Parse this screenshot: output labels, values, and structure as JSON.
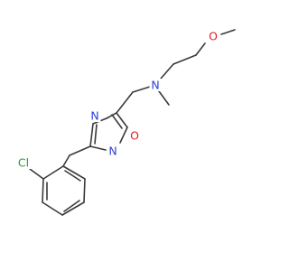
{
  "molecule": {
    "atoms": [
      {
        "id": "cl",
        "label": "Cl"
      },
      {
        "id": "n3",
        "label": "N"
      },
      {
        "id": "n4",
        "label": "N"
      },
      {
        "id": "o1",
        "label": "O"
      },
      {
        "id": "nam",
        "label": "N"
      },
      {
        "id": "ome",
        "label": "O"
      }
    ]
  },
  "colors": {
    "bond": "#3a3a3a",
    "nitrogen": "#2b3fd6",
    "oxygen": "#e02020",
    "chlorine": "#2a9a2a"
  }
}
